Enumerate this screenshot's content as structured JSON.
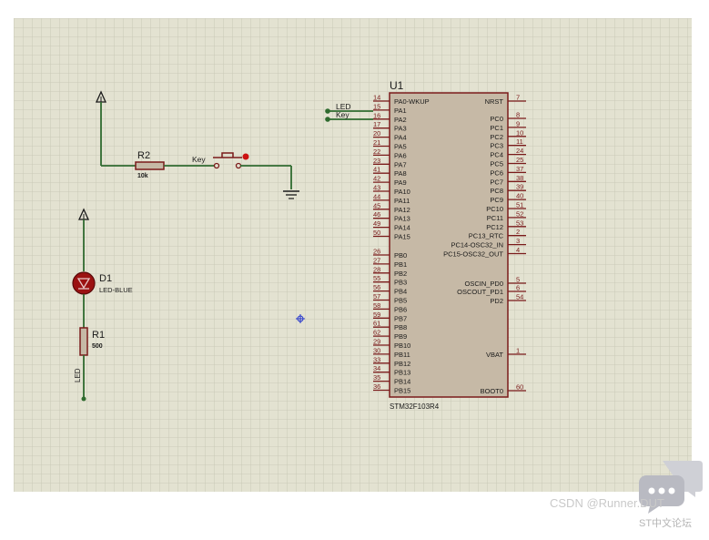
{
  "colors": {
    "sheet": "#e3e2d1",
    "grid": "#c4c3b1",
    "wire": "#2f6b2f",
    "component": "#7a1a1a",
    "chip_fill": "#c6b9a6",
    "chip_border": "#7a1a1a",
    "text": "#1a1a1a",
    "pin_number": "#7a1a1a",
    "marker": "#2233cc"
  },
  "chip": {
    "ref": "U1",
    "part": "STM32F103R4",
    "left_pins": [
      {
        "num": "14",
        "name": "PA0-WKUP"
      },
      {
        "num": "15",
        "name": "PA1"
      },
      {
        "num": "16",
        "name": "PA2"
      },
      {
        "num": "17",
        "name": "PA3"
      },
      {
        "num": "20",
        "name": "PA4"
      },
      {
        "num": "21",
        "name": "PA5"
      },
      {
        "num": "22",
        "name": "PA6"
      },
      {
        "num": "23",
        "name": "PA7"
      },
      {
        "num": "41",
        "name": "PA8"
      },
      {
        "num": "42",
        "name": "PA9"
      },
      {
        "num": "43",
        "name": "PA10"
      },
      {
        "num": "44",
        "name": "PA11"
      },
      {
        "num": "45",
        "name": "PA12"
      },
      {
        "num": "46",
        "name": "PA13"
      },
      {
        "num": "49",
        "name": "PA14"
      },
      {
        "num": "50",
        "name": "PA15"
      },
      {
        "num": "26",
        "name": "PB0"
      },
      {
        "num": "27",
        "name": "PB1"
      },
      {
        "num": "28",
        "name": "PB2"
      },
      {
        "num": "55",
        "name": "PB3"
      },
      {
        "num": "56",
        "name": "PB4"
      },
      {
        "num": "57",
        "name": "PB5"
      },
      {
        "num": "58",
        "name": "PB6"
      },
      {
        "num": "59",
        "name": "PB7"
      },
      {
        "num": "61",
        "name": "PB8"
      },
      {
        "num": "62",
        "name": "PB9"
      },
      {
        "num": "29",
        "name": "PB10"
      },
      {
        "num": "30",
        "name": "PB11"
      },
      {
        "num": "33",
        "name": "PB12"
      },
      {
        "num": "34",
        "name": "PB13"
      },
      {
        "num": "35",
        "name": "PB14"
      },
      {
        "num": "36",
        "name": "PB15"
      }
    ],
    "right_pins": [
      {
        "num": "7",
        "name": "NRST"
      },
      {
        "num": "8",
        "name": "PC0"
      },
      {
        "num": "9",
        "name": "PC1"
      },
      {
        "num": "10",
        "name": "PC2"
      },
      {
        "num": "11",
        "name": "PC3"
      },
      {
        "num": "24",
        "name": "PC4"
      },
      {
        "num": "25",
        "name": "PC5"
      },
      {
        "num": "37",
        "name": "PC6"
      },
      {
        "num": "38",
        "name": "PC7"
      },
      {
        "num": "39",
        "name": "PC8"
      },
      {
        "num": "40",
        "name": "PC9"
      },
      {
        "num": "51",
        "name": "PC10"
      },
      {
        "num": "52",
        "name": "PC11"
      },
      {
        "num": "53",
        "name": "PC12"
      },
      {
        "num": "2",
        "name": "PC13_RTC"
      },
      {
        "num": "3",
        "name": "PC14-OSC32_IN"
      },
      {
        "num": "4",
        "name": "PC15-OSC32_OUT"
      },
      {
        "num": "5",
        "name": "OSCIN_PD0"
      },
      {
        "num": "6",
        "name": "OSCOUT_PD1"
      },
      {
        "num": "54",
        "name": "PD2"
      },
      {
        "num": "1",
        "name": "VBAT"
      },
      {
        "num": "60",
        "name": "BOOT0"
      }
    ]
  },
  "nets": {
    "led": "LED",
    "key": "Key"
  },
  "r2": {
    "ref": "R2",
    "value": "10k"
  },
  "switch": {
    "label": "Key"
  },
  "d1": {
    "ref": "D1",
    "value": "LED-BLUE"
  },
  "r1": {
    "ref": "R1",
    "value": "500"
  },
  "led_net_label": "LED",
  "watermark": {
    "line1": "CSDN @Runner.DUT",
    "line2": "ST中文论坛"
  }
}
